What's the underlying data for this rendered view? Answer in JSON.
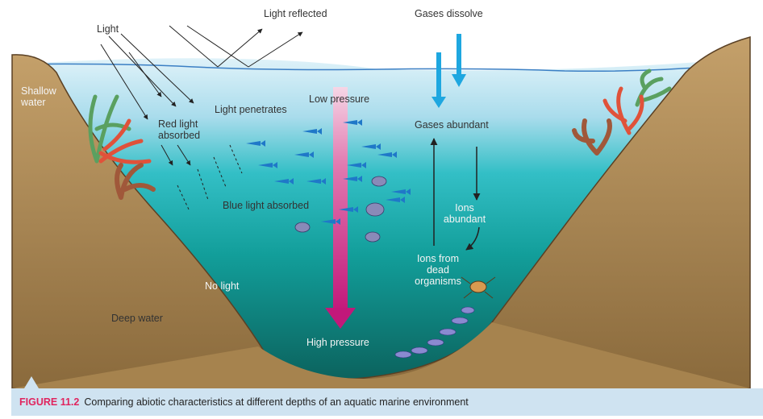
{
  "labels": {
    "light": "Light",
    "light_reflected": "Light reflected",
    "gases_dissolve": "Gases dissolve",
    "shallow_water": "Shallow\nwater",
    "light_penetrates": "Light penetrates",
    "red_light_absorbed": "Red light\nabsorbed",
    "low_pressure": "Low pressure",
    "gases_abundant": "Gases abundant",
    "blue_light_absorbed": "Blue light absorbed",
    "ions_abundant": "Ions\nabundant",
    "ions_from_dead_organisms": "Ions from\ndead\norganisms",
    "no_light": "No light",
    "deep_water": "Deep water",
    "high_pressure": "High pressure"
  },
  "caption": {
    "figure_number": "FIGURE 11.2",
    "text": "Comparing abiotic characteristics at different depths of an aquatic marine environment"
  },
  "colors": {
    "water_top": "#d2ecf6",
    "water_mid": "#16b0b2",
    "water_deep": "#0c6a66",
    "land": "#b08a56",
    "land_dark": "#7a5a30",
    "pressure_arrow": "#c2187a",
    "gas_arrow": "#1ea7e0",
    "fish": "#1f78c8",
    "weed_red": "#e0523a",
    "weed_green": "#5aa060",
    "weed_brown": "#a0583a",
    "caption_bar": "#cfe3f1",
    "figure_number": "#e0245e"
  }
}
